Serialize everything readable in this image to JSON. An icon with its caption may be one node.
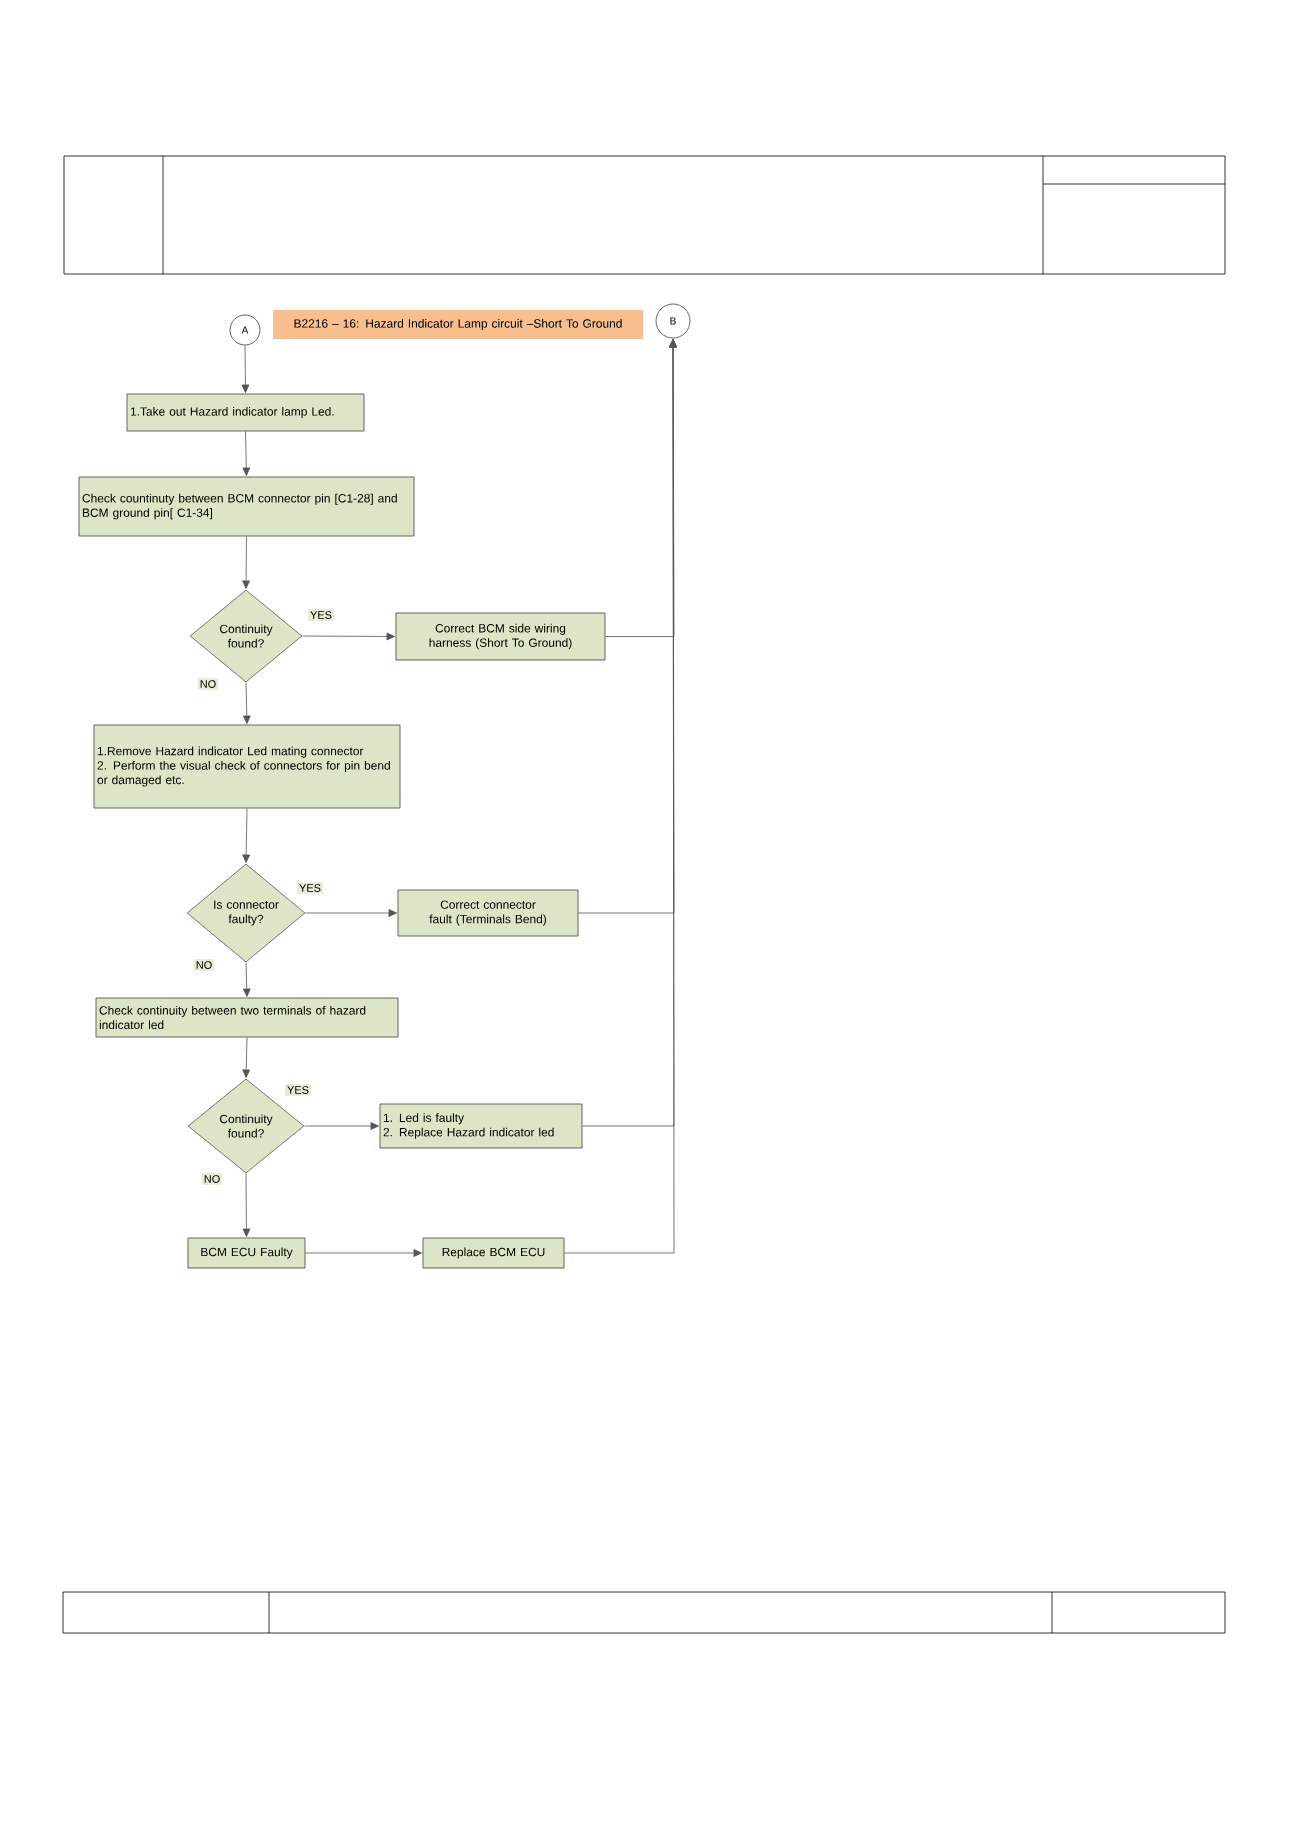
{
  "diagram": {
    "title": "B2216 – 16: Hazard Indicator Lamp circuit –Short To Ground",
    "nodes": [
      {
        "text": [
          "A"
        ]
      },
      {
        "text": [
          "B"
        ]
      },
      {
        "text": [
          "1.Take out Hazard indicator lamp Led."
        ]
      },
      {
        "text": [
          "Check countinuty between BCM connector pin [C1-28] and BCM ground pin[ C1-34]"
        ]
      },
      {
        "text": [
          "Continuity found?"
        ]
      },
      {
        "text": [
          "Correct BCM side wiring harness (Short To Ground)"
        ]
      },
      {
        "text": [
          "1.Remove Hazard indicator Led mating connector",
          "2. Perform the visual check of connectors for pin bend or damaged etc."
        ]
      },
      {
        "text": [
          "Is connector faulty?"
        ]
      },
      {
        "text": [
          "Correct connector fault (Terminals Bend)"
        ]
      },
      {
        "text": [
          "Check continuity between two terminals of hazard indicator led"
        ]
      },
      {
        "text": [
          "Continuity found?"
        ]
      },
      {
        "text": [
          "1. Led is faulty",
          "2. Replace Hazard indicator led"
        ]
      },
      {
        "text": [
          "BCM ECU Faulty"
        ]
      },
      {
        "text": [
          "Replace BCM ECU"
        ]
      }
    ],
    "edges": [
      {
        "from": 0,
        "to": 2,
        "arrow": "to"
      },
      {
        "from": 2,
        "to": 3,
        "arrow": "to"
      },
      {
        "from": 3,
        "to": 4,
        "arrow": "to"
      },
      {
        "from": 4,
        "to": 5,
        "arrow": "to",
        "label": "YES"
      },
      {
        "from": 4,
        "to": 6,
        "arrow": "to",
        "label": "NO"
      },
      {
        "from": 6,
        "to": 7,
        "arrow": "to"
      },
      {
        "from": 7,
        "to": 8,
        "arrow": "to",
        "label": "YES"
      },
      {
        "from": 7,
        "to": 9,
        "arrow": "to",
        "label": "NO"
      },
      {
        "from": 9,
        "to": 10,
        "arrow": "to"
      },
      {
        "from": 10,
        "to": 11,
        "arrow": "to",
        "label": "YES"
      },
      {
        "from": 10,
        "to": 12,
        "arrow": "to",
        "label": "NO"
      },
      {
        "from": 12,
        "to": 13,
        "arrow": "to"
      },
      {
        "from": 5,
        "to": 1,
        "arrow": "to"
      },
      {
        "from": 8,
        "to": 1,
        "arrow": "to"
      },
      {
        "from": 11,
        "to": 1,
        "arrow": "to"
      },
      {
        "from": 13,
        "to": 1,
        "arrow": "to"
      }
    ]
  }
}
